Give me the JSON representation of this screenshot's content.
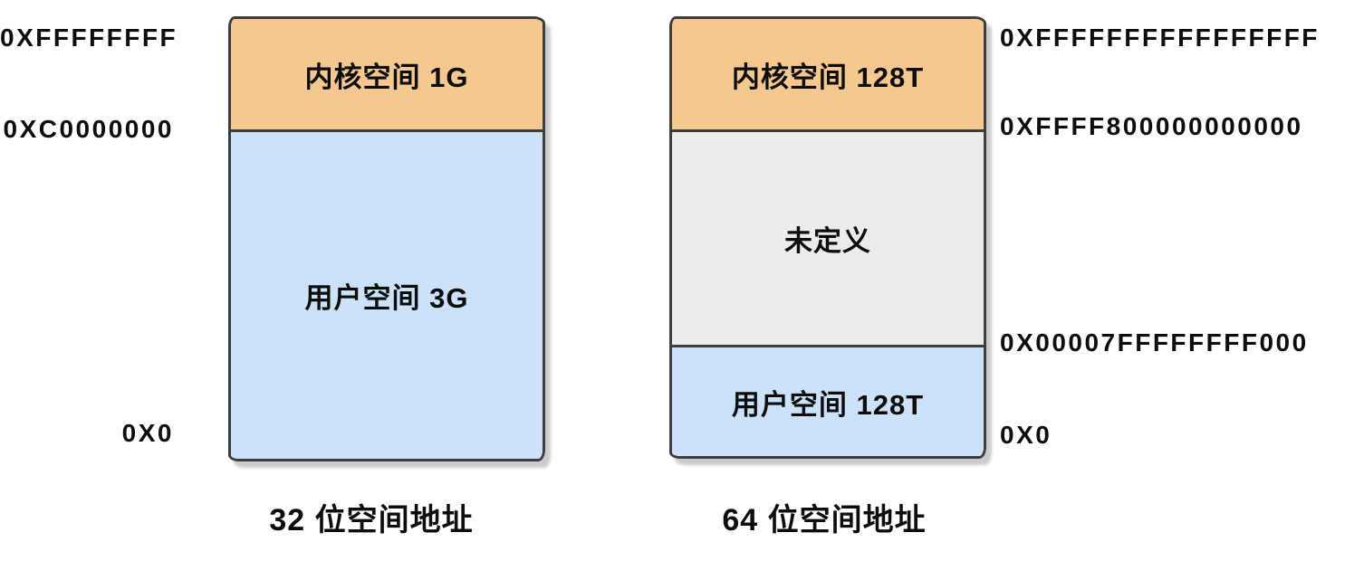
{
  "colors": {
    "kernel_space_bg": "#F4C88F",
    "user_space_bg": "#CCE2F8",
    "undefined_bg": "#ECECEA",
    "border": "#3D3D3D",
    "text": "#0D0D0D",
    "page_bg": "#FFFFFF"
  },
  "diagrams": [
    {
      "name": "32-bit address space",
      "caption": "32 位空间地址",
      "segments": [
        {
          "name": "kernel-space",
          "label": "内核空间 1G"
        },
        {
          "name": "user-space",
          "label": "用户空间 3G"
        }
      ],
      "address_labels": [
        {
          "name": "top",
          "text": "0XFFFFFFFF"
        },
        {
          "name": "kernel-boundary",
          "text": "0XC0000000"
        },
        {
          "name": "bottom",
          "text": "0X0"
        }
      ]
    },
    {
      "name": "64-bit address space",
      "caption": "64 位空间地址",
      "segments": [
        {
          "name": "kernel-space",
          "label": "内核空间 128T"
        },
        {
          "name": "undefined-space",
          "label": "未定义"
        },
        {
          "name": "user-space",
          "label": "用户空间 128T"
        }
      ],
      "address_labels": [
        {
          "name": "top",
          "text": "0XFFFFFFFFFFFFFFFF"
        },
        {
          "name": "kernel-boundary",
          "text": "0XFFFF800000000000"
        },
        {
          "name": "user-top",
          "text": "0X00007FFFFFFFF000"
        },
        {
          "name": "bottom",
          "text": "0X0"
        }
      ]
    }
  ]
}
